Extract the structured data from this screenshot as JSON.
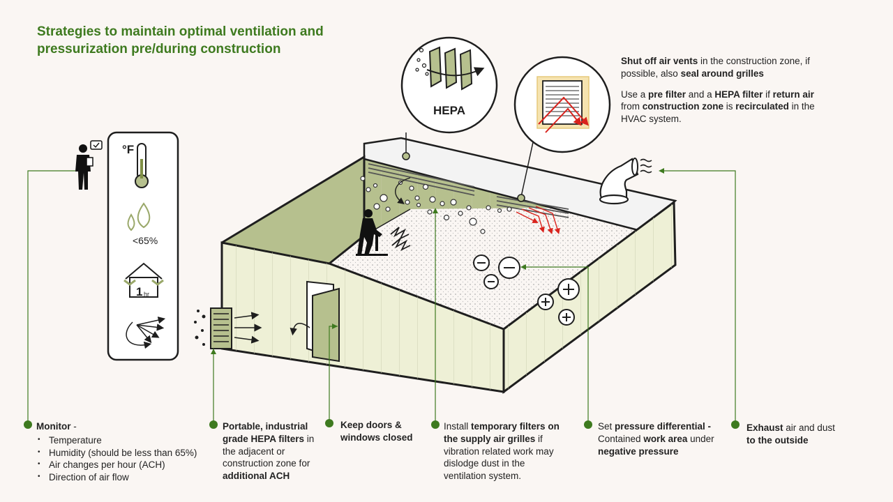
{
  "title": {
    "line1": "Strategies to maintain optimal ventilation and",
    "line2": "pressurization pre/during construction"
  },
  "hepa_label": "HEPA",
  "thermo_unit": "°F",
  "humidity_label": "<65%",
  "ach_label": "1",
  "ach_sub": "hr",
  "top_right": {
    "p1": [
      "Shut off air vents",
      " in the construction zone, if possible, also ",
      "seal around grilles"
    ],
    "p2": [
      "Use a ",
      "pre filter",
      " and a ",
      "HEPA filter",
      " if ",
      "return air",
      " from ",
      "construction zone",
      " is ",
      "recirculated",
      " in the HVAC system."
    ]
  },
  "callouts": {
    "monitor": {
      "heading": "Monitor",
      "dash": " -",
      "items": [
        "Temperature",
        "Humidity (should be less than 65%)",
        "Air changes per hour (ACH)",
        "Direction of air flow"
      ]
    },
    "portable": [
      "Portable, industrial grade HEPA filters",
      " in the adjacent or construction zone for ",
      "additional ACH"
    ],
    "doors": "Keep doors & windows closed",
    "install": [
      "Install ",
      "temporary filters on the supply air grilles",
      " if vibration related work may dislodge dust in the ventilation system."
    ],
    "pressure": [
      "Set ",
      "pressure differential -",
      " Contained ",
      "work area",
      " under ",
      "negative pressure"
    ],
    "exhaust": [
      "Exhaust",
      " air and dust ",
      "to the outside"
    ]
  },
  "colors": {
    "title": "#3e7a1f",
    "bullet": "#3e7a1f",
    "wall": "#eef0d6",
    "wall_inner": "#b6c08e",
    "outline": "#1e1e1e",
    "red": "#d9231d"
  }
}
